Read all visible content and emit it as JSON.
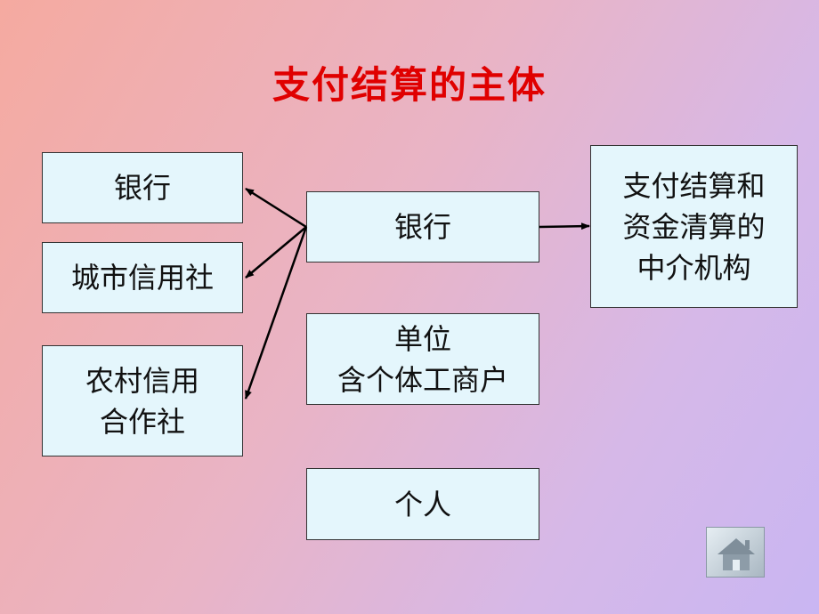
{
  "title": "支付结算的主体",
  "boxes": {
    "bank_left": "银行",
    "city_credit": "城市信用社",
    "rural_credit": "农村信用\n合作社",
    "bank_mid": "银行",
    "unit": "单位\n含个体工商户",
    "person": "个人",
    "intermediary": "支付结算和\n资金清算的\n中介机构"
  },
  "colors": {
    "title": "#e00000",
    "box_fill": "#e4f6fc",
    "arrow": "#000000"
  },
  "icons": {
    "home": "home-icon"
  }
}
